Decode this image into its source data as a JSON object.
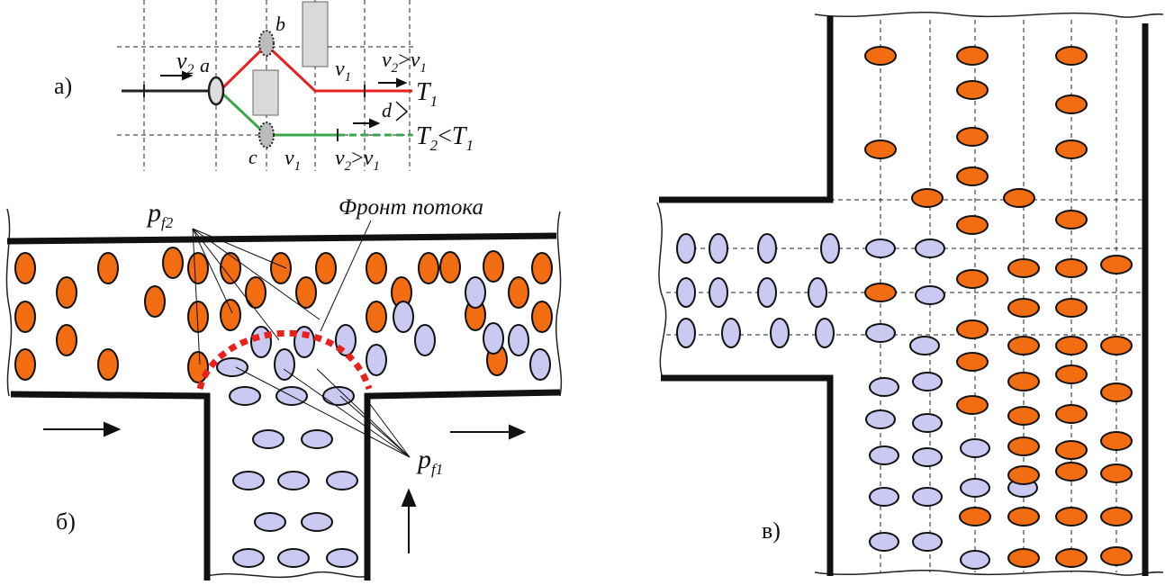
{
  "panel_labels": {
    "a": "а)",
    "b": "б)",
    "v": "в)"
  },
  "schematic": {
    "points": {
      "a": "a",
      "b": "b",
      "c": "c",
      "d": "d"
    },
    "speed_v2": "v",
    "speed_v2_sub": "2",
    "speed_v1": "v",
    "speed_v1_sub": "1",
    "cond_upper": {
      "lhs": "v",
      "lhs_sub": "2",
      "op": ">",
      "rhs": "v",
      "rhs_sub": "1"
    },
    "cond_lower": {
      "lhs": "v",
      "lhs_sub": "2",
      "op": ">",
      "rhs": "v",
      "rhs_sub": "1"
    },
    "T1": {
      "sym": "T",
      "sub": "1"
    },
    "T2": {
      "lhs": "T",
      "lhs_sub": "2",
      "op": "<",
      "rhs": "T",
      "rhs_sub": "1"
    },
    "colors": {
      "hot_path": "#e8211d",
      "cold_path": "#3aa84a",
      "block": "#d9d9d9"
    }
  },
  "junction": {
    "front_label": "Фронт потока",
    "pf2": {
      "sym": "p",
      "sub": "f2"
    },
    "pf1": {
      "sym": "p",
      "sub": "f1"
    },
    "colors": {
      "hot_particle": "#f26c11",
      "cold_particle": "#c9c9f2",
      "front": "#e8211d"
    }
  }
}
